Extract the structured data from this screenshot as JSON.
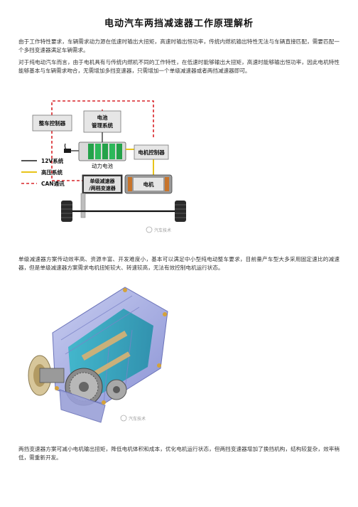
{
  "title": "电动汽车两挡减速器工作原理解析",
  "paragraphs": [
    "由于工作特性要求，车辆需求动力源在低速时输出大扭矩，高速时输出恒功率，传统内燃机输出特性无法与车辆直接匹配，需要匹配一个多挡变速器满足车辆需求。",
    "对于纯电动汽车而言，由于电机具有与传统内燃机不同的工作特性，在低速时能够输出大扭矩，高速时能够输出恒功率，因此电机特性能够基本与车辆需求吻合，无需增加多挡变速器，只需增加一个单级减速器或者两挡减速器即可。",
    "单级减速器方案传动效率高、资源丰富、开发难度小，基本可以满足中小型纯电动整车要求，目前量产车型大多采用固定速比的减速器，但是单级减速器方案需求电机扭矩较大、转速较高，无法有效控制电机运行状态。",
    "两挡变速器方案可减小电机输出扭矩，降低电机体积和成本，优化电机运行状态，但两挡变速器增加了换挡机构，结构较复杂，效率稍低，需重新开发。"
  ],
  "diagram": {
    "vcu": "整车控制器",
    "bms_line1": "电池",
    "bms_line2": "管理系统",
    "battery": "动力电池",
    "mcu": "电机控制器",
    "motor": "电机",
    "reducer_line1": "单级减速器",
    "reducer_line2": "/两档变速器",
    "legend": [
      {
        "label": "12V系统",
        "color": "#1a1a1a"
      },
      {
        "label": "高压系统",
        "color": "#e8c419"
      },
      {
        "label": "CAN通讯",
        "color": "#d9252a"
      }
    ],
    "watermark": "汽车技术"
  },
  "photo": {
    "watermark": "汽车技术"
  }
}
